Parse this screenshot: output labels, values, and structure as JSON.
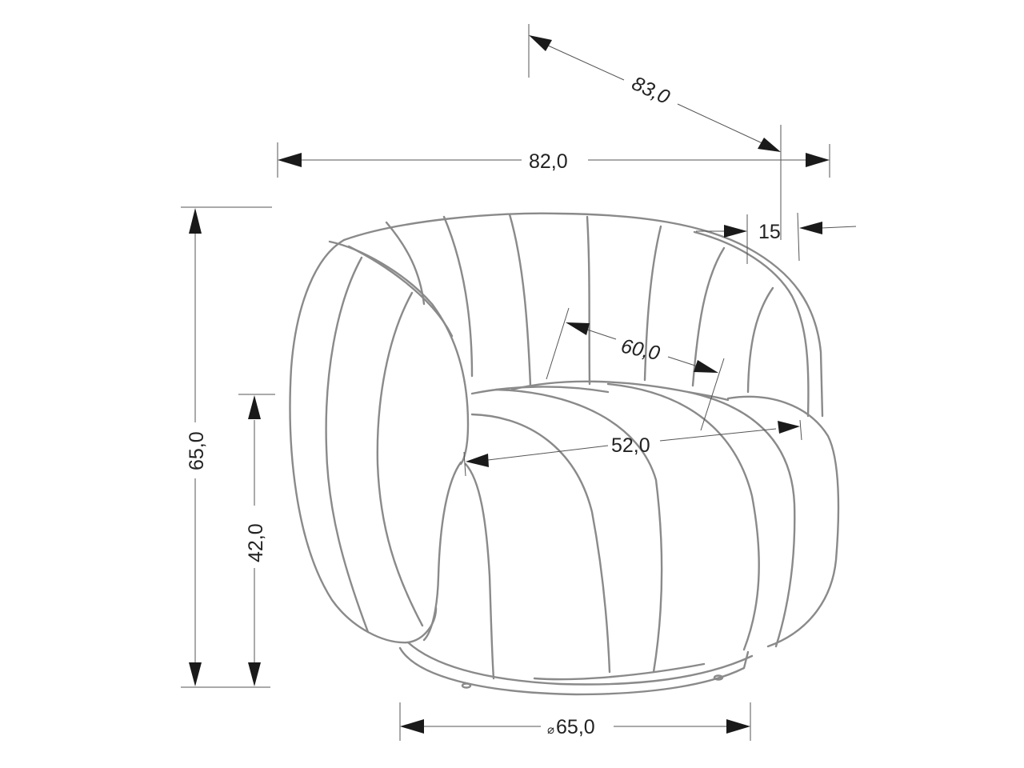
{
  "drawing": {
    "subject": "swivel armchair dimension drawing",
    "units": "cm",
    "stroke_color": "#8a8a8a",
    "dimension_color": "#1a1a1a"
  },
  "dimensions": {
    "depth_diagonal": "83,0",
    "width_overall": "82,0",
    "backrest_thickness": "15",
    "backrest_inner_width": "60,0",
    "seat_width": "52,0",
    "height_overall": "65,0",
    "seat_height": "42,0",
    "base_diameter_symbol": "⌀",
    "base_diameter": "65,0"
  }
}
